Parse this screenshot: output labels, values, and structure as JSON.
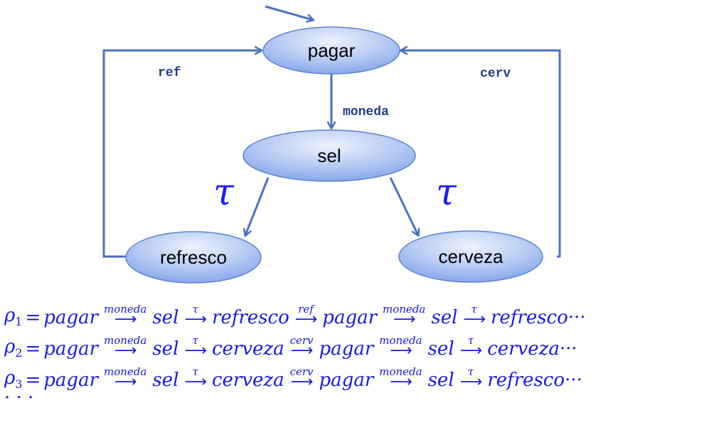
{
  "nodes": {
    "pagar": "pagar",
    "sel": "sel",
    "refresco": "refresco",
    "cerveza": "cerveza"
  },
  "edges": {
    "moneda": "moneda",
    "ref": "ref",
    "cerv": "cerv",
    "tau_left": "τ",
    "tau_right": "τ"
  },
  "colors": {
    "edge": "#4a72c0",
    "node_fill_light": "#dce6fb",
    "node_fill_dark": "#7fa2ea",
    "node_stroke": "#5c83cf",
    "runs_text": "#1a1adf"
  },
  "runs": [
    {
      "name": "ρ",
      "index": "1",
      "eq": "=",
      "steps": [
        "pagar",
        "moneda",
        "sel",
        "τ",
        "refresco",
        "ref",
        "pagar",
        "moneda",
        "sel",
        "τ",
        "refresco"
      ],
      "tail": "···"
    },
    {
      "name": "ρ",
      "index": "2",
      "eq": "=",
      "steps": [
        "pagar",
        "moneda",
        "sel",
        "τ",
        "cerveza",
        "cerv",
        "pagar",
        "moneda",
        "sel",
        "τ",
        "cerveza"
      ],
      "tail": "···"
    },
    {
      "name": "ρ",
      "index": "3",
      "eq": "=",
      "steps": [
        "pagar",
        "moneda",
        "sel",
        "τ",
        "cerveza",
        "cerv",
        "pagar",
        "moneda",
        "sel",
        "τ",
        "refresco"
      ],
      "tail": "···"
    }
  ],
  "trailing_ellipsis": "· · ·"
}
